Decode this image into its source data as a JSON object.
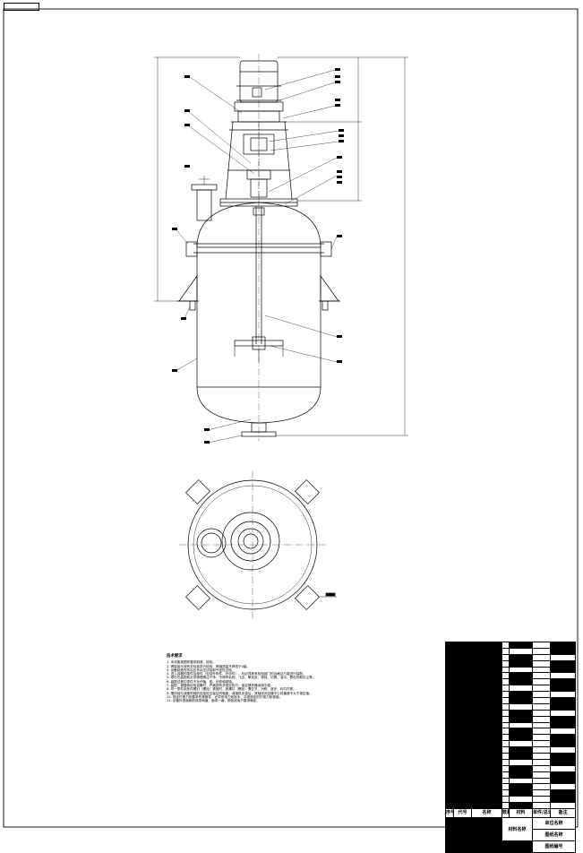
{
  "notes": {
    "title": "技术要求",
    "items": [
      "1. 本设备按图样要求制造、检验。",
      "2. 焊接接头按有关标准进行检验，焊缝质量不得低于II级。",
      "3. 设备制造完毕后应作水压试验和气密性试验。",
      "4. 进入容器的零件及部件（包括外购件、外协件），均必须具有检验部门的合格证方能进行装配。",
      "5. 零件在装配前必须清理清洁干净，不得有毛刺、飞边、氧化皮、锈蚀、切屑、油污、着色剂和灰尘等。",
      "6. 装配过程中零件不允许磕、碰、划伤和锈蚀。",
      "7. 装配、调整和检验设备时，严格按有关规定执行，保证搅拌器运转平稳。",
      "8. 同一零件用多件螺钉（螺栓）紧固时，各螺钉（螺栓）需交叉、对称、逐步、均匀拧紧。",
      "9. 搅拌轴与减速机轴的连接处应保证同轴度，减速机安装后，其轴线对容器中心线偏差不大于规定值。",
      "10. 规定拧紧力矩要求的紧固件，必须采用力矩扳手，并按规定的拧紧力矩紧固。",
      "11. 设备外表面刷防锈漆两遍，面漆一遍，颜色按用户要求确定。"
    ]
  },
  "title_block": {
    "header": [
      "序号",
      "代号",
      "名称",
      "数量",
      "材料",
      "单件/总计 重量",
      "备注"
    ],
    "org_label": "单位名称",
    "material_label": "材料名称",
    "drawing_name_label": "图纸名称",
    "drawing_no_label": "图纸编号"
  }
}
